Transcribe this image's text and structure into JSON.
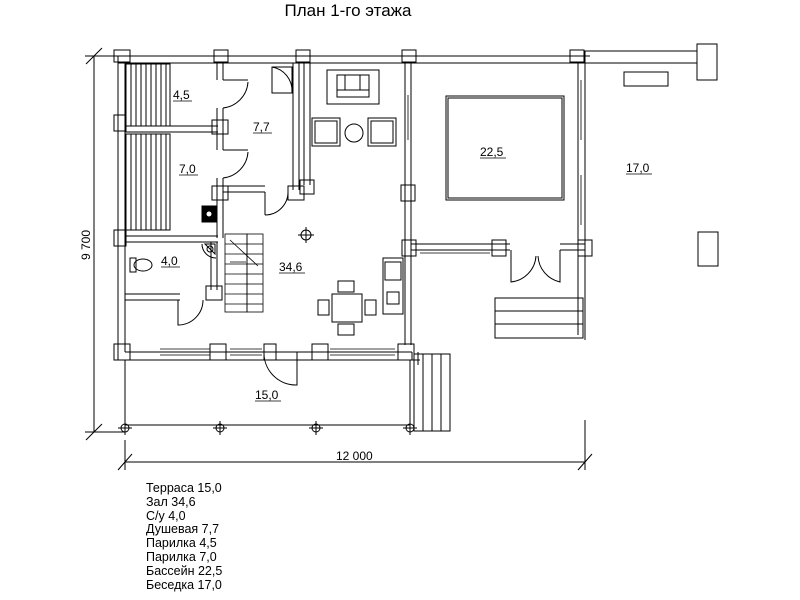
{
  "title": "План 1-го этажа",
  "dimensions": {
    "width_label": "12 000",
    "height_label": "9 700"
  },
  "rooms": [
    {
      "id": "steam1",
      "label": "4,5"
    },
    {
      "id": "shower",
      "label": "7,7"
    },
    {
      "id": "steam2",
      "label": "7,0"
    },
    {
      "id": "wc",
      "label": "4,0"
    },
    {
      "id": "hall",
      "label": "34,6"
    },
    {
      "id": "pool",
      "label": "22,5"
    },
    {
      "id": "gazebo",
      "label": "17,0"
    },
    {
      "id": "terrace",
      "label": "15,0"
    }
  ],
  "legend": [
    "Терраса 15,0",
    "Зал 34,6",
    "С/у 4,0",
    "Душевая 7,7",
    "Парилка 4,5",
    "Парилка 7,0",
    "Бассейн 22,5",
    "Беседка 17,0"
  ]
}
